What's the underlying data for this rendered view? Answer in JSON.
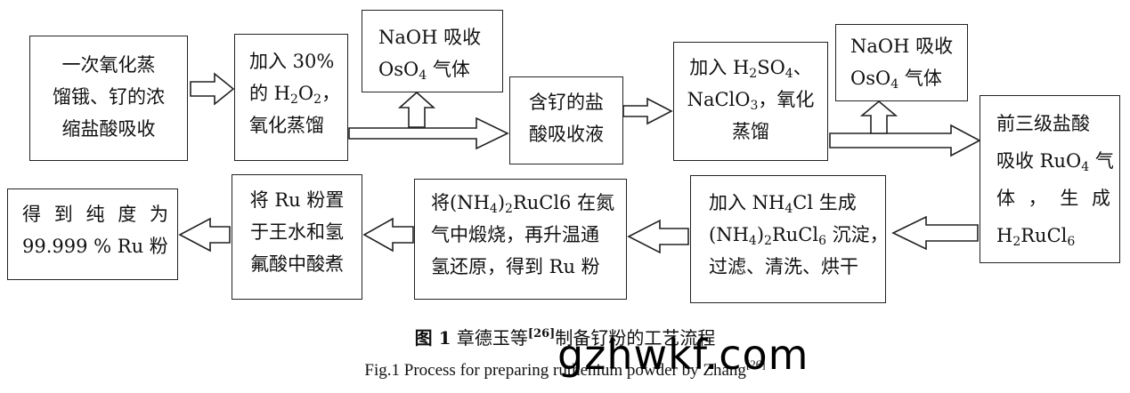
{
  "boxes": {
    "b1": [
      "一次氧化蒸",
      "馏锇、钌的浓",
      "缩盐酸吸收"
    ],
    "b2": [
      "加入 30%",
      "的 H",
      "2",
      "O",
      "2",
      "，",
      "氧化蒸馏"
    ],
    "b3": [
      "NaOH  吸收",
      "OsO",
      "4",
      " 气体"
    ],
    "b4": [
      "含钌的盐",
      "酸吸收液"
    ],
    "b5": [
      "加入 H",
      "2",
      "SO",
      "4",
      "、",
      "NaClO",
      "3",
      "，氧化",
      "蒸馏"
    ],
    "b6": [
      "NaOH 吸收",
      "OsO",
      "4",
      " 气体"
    ],
    "b7": [
      "前三级盐酸",
      "吸收 RuO",
      "4",
      " 气",
      "体 ， 生 成",
      "H",
      "2",
      "RuCl",
      "6"
    ],
    "b8": [
      "加入  NH",
      "4",
      "Cl  生成",
      "(NH",
      "4",
      ")",
      "2",
      "RuCl",
      "6",
      " 沉淀，",
      "过滤、清洗、烘干"
    ],
    "b9": [
      "将(NH",
      "4",
      ")",
      "2",
      "RuCl6 在氮",
      "气中煅烧，再升温通",
      "氢还原，得到 Ru 粉"
    ],
    "b10": [
      "将 Ru 粉置",
      "于王水和氢",
      "氟酸中酸煮"
    ],
    "b11": [
      "得 到 纯 度 为",
      "99.999 % Ru 粉"
    ]
  },
  "caption": {
    "zh_fig": "图 1",
    "zh_text_a": "  章德玉等",
    "zh_ref": "[26]",
    "zh_text_b": "制备钌粉的工艺流程",
    "en_text": "Fig.1 Process for preparing ruthenium powder by Zhang",
    "en_ref": "[26]"
  },
  "watermark": "gzhwkf.com"
}
